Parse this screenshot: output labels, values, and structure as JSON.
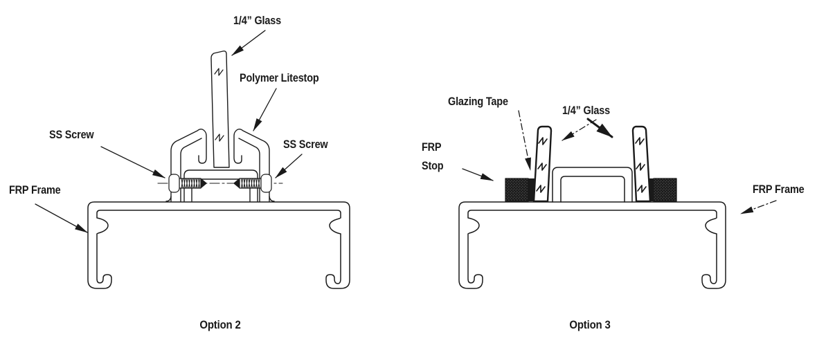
{
  "figure": {
    "background": "#ffffff",
    "ink_color": "#1a1a1a",
    "stipple_color": "#555555",
    "left_diagram": {
      "caption": "Option 2",
      "labels": {
        "glass": "1/4” Glass",
        "litestop": "Polymer Litestop",
        "ss_screw_left": "SS Screw",
        "ss_screw_right": "SS Screw",
        "frame": "FRP Frame"
      }
    },
    "right_diagram": {
      "caption": "Option 3",
      "labels": {
        "glazing_tape": "Glazing Tape",
        "glass": "1/4” Glass",
        "stop_line1": "FRP",
        "stop_line2": "Stop",
        "frame": "FRP Frame"
      }
    }
  }
}
